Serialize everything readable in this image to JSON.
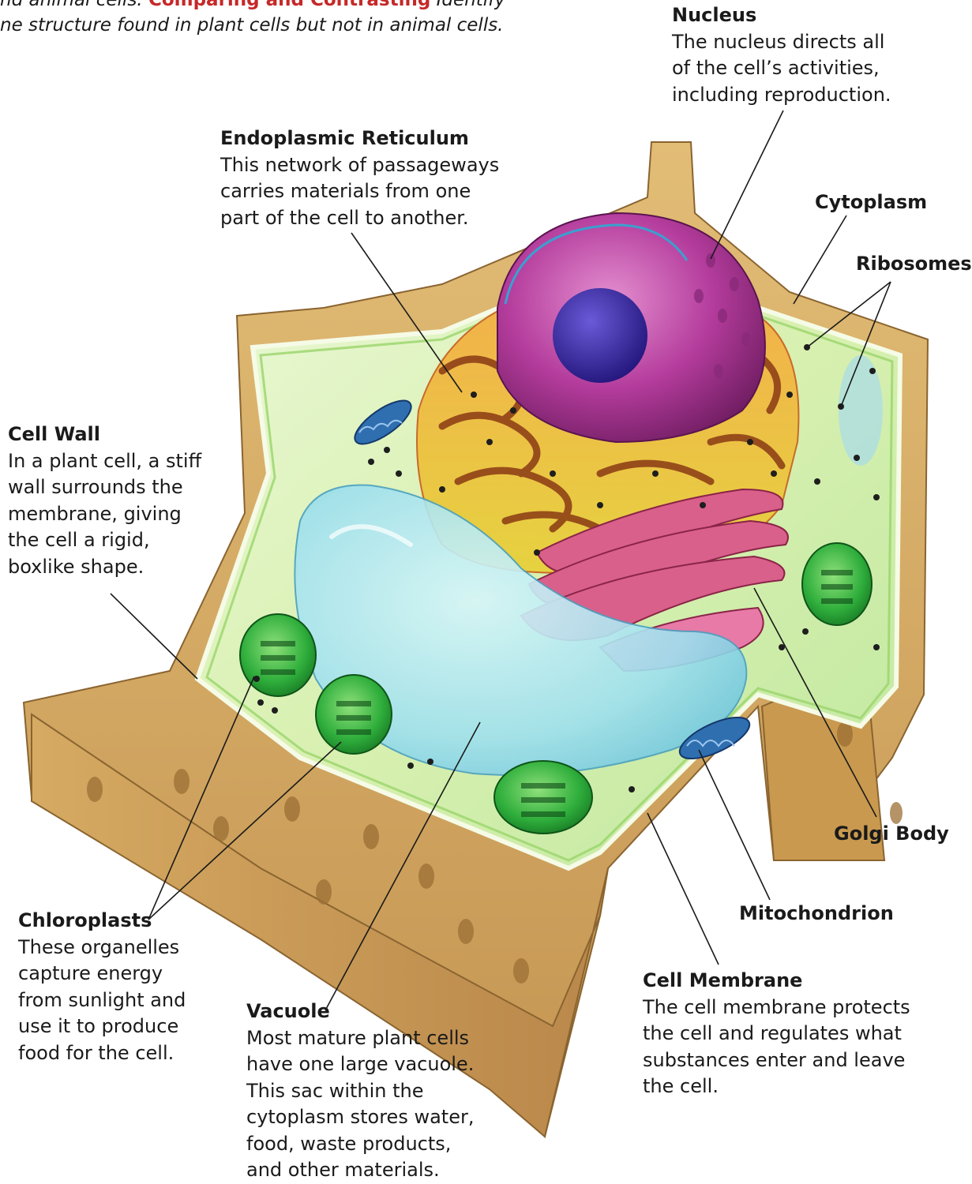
{
  "intro": {
    "line1_prefix": "nd animal cells.",
    "line1_highlight": "Comparing and Contrasting",
    "line1_suffix": "Identify",
    "line2": "ne structure found in plant cells but not in animal cells."
  },
  "labels": {
    "nucleus": {
      "title": "Nucleus",
      "text": "The nucleus directs all\nof the cell’s activities,\nincluding reproduction."
    },
    "er": {
      "title": "Endoplasmic Reticulum",
      "text": "This network of passageways\ncarries materials from one\npart of the cell to another."
    },
    "cytoplasm": {
      "title": "Cytoplasm"
    },
    "ribosomes": {
      "title": "Ribosomes"
    },
    "cell_wall": {
      "title": "Cell Wall",
      "text": "In a plant cell, a stiff\nwall surrounds the\nmembrane, giving\nthe cell a rigid,\nboxlike shape."
    },
    "golgi": {
      "title": "Golgi Body"
    },
    "mitochondrion": {
      "title": "Mitochondrion"
    },
    "chloroplasts": {
      "title": "Chloroplasts",
      "text": "These organelles\ncapture energy\nfrom sunlight and\nuse it to produce\nfood for the cell."
    },
    "vacuole": {
      "title": "Vacuole",
      "text": "Most mature plant cells\nhave one large vacuole.\nThis sac within the\ncytoplasm stores water,\nfood, waste products,\nand other materials."
    },
    "cell_membrane": {
      "title": "Cell Membrane",
      "text": "The cell membrane protects\nthe cell and regulates what\nsubstances enter and leave\nthe cell."
    }
  },
  "colors": {
    "wall": "#d4a95f",
    "wall_dark": "#b08440",
    "cytoplasm": "#d8f0b0",
    "nucleus": "#b43c9c",
    "nucleolus": "#3a2aa0",
    "er": "#c96a2a",
    "vacuole": "#7fd6e8",
    "chloroplast": "#2fae3c",
    "golgi": "#d9608a",
    "mitochondrion": "#2f6fb0",
    "highlight_text": "#c62828"
  }
}
